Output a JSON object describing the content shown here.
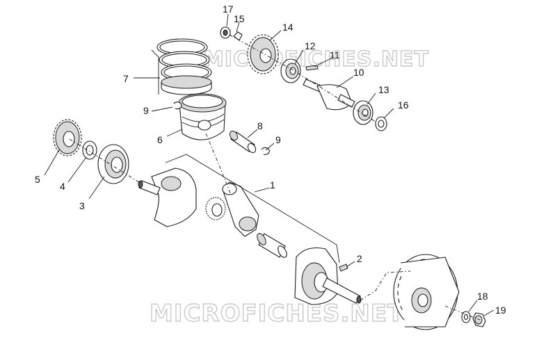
{
  "watermark": {
    "top_text": "MICROFICHES.NET",
    "bottom_text": "MICROFICHES.NET"
  },
  "callouts": {
    "c1": "1",
    "c2": "2",
    "c3": "3",
    "c4": "4",
    "c5": "5",
    "c6": "6",
    "c7": "7",
    "c8": "8",
    "c9a": "9",
    "c9b": "9",
    "c10": "10",
    "c11": "11",
    "c12": "12",
    "c13": "13",
    "c14": "14",
    "c15": "15",
    "c16": "16",
    "c17": "17",
    "c18": "18",
    "c19": "19"
  }
}
